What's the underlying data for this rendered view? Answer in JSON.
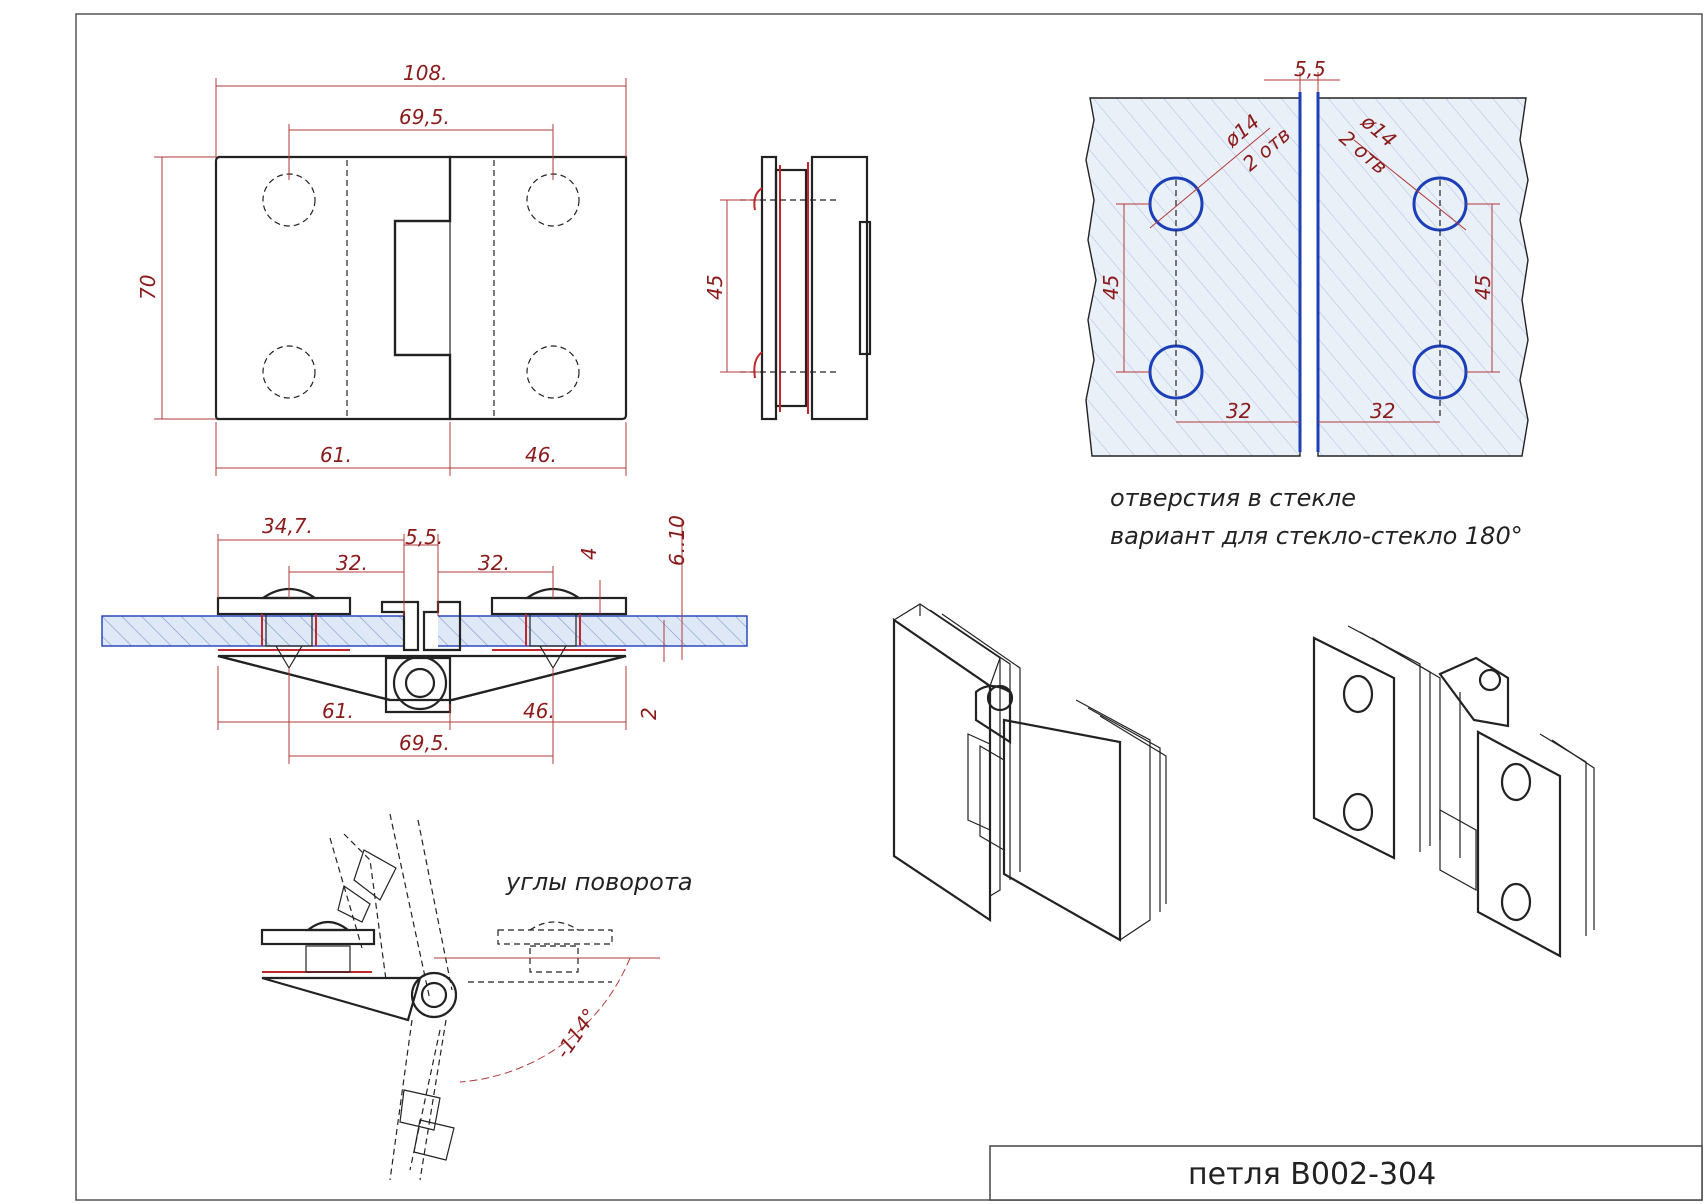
{
  "front_view": {
    "dim_total_width": "108.",
    "dim_hole_spacing": "69,5.",
    "dim_height": "70",
    "dim_left_leaf": "61.",
    "dim_right_leaf": "46."
  },
  "side_view": {
    "dim_hole_vertical": "45"
  },
  "section_view": {
    "dim_left_offset": "34,7.",
    "dim_gap": "5,5.",
    "dim_left_hole": "32.",
    "dim_right_hole": "32.",
    "dim_plate": "4",
    "dim_glass": "6..10",
    "dim_left_leaf": "61.",
    "dim_right_leaf": "46.",
    "dim_hole_spacing": "69,5.",
    "dim_bottom": "2"
  },
  "glass_holes": {
    "dim_gap": "5,5",
    "left_diameter": "ø14",
    "left_count": "2 отв",
    "right_diameter": "ø14",
    "right_count": "2 отв",
    "left_vertical": "45",
    "right_vertical": "45",
    "left_offset": "32",
    "right_offset": "32",
    "note_line1": "отверстия в стекле",
    "note_line2": "вариант для стекло-стекло 180°"
  },
  "rotation": {
    "label": "углы поворота",
    "angle": "-114°"
  },
  "title_block": {
    "title": "петля B002-304"
  },
  "colors": {
    "dimension": "#b03a3a",
    "hole_outline": "#1c3fb8",
    "outline": "#222222",
    "seal": "#c0282d"
  }
}
